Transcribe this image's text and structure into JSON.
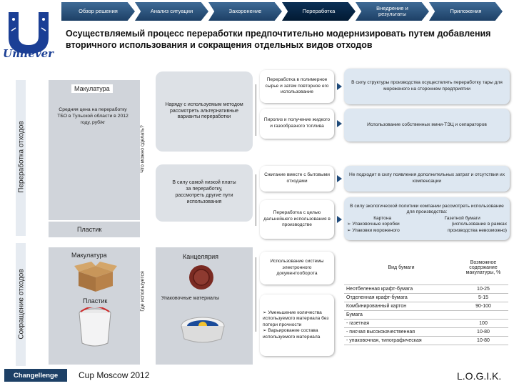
{
  "nav": {
    "tabs": [
      {
        "label": "Обзор решения",
        "active": false
      },
      {
        "label": "Анализ ситуации",
        "active": false
      },
      {
        "label": "Захоронение",
        "active": false
      },
      {
        "label": "Переработка",
        "active": true
      },
      {
        "label": "Внедрение и результаты",
        "active": false
      },
      {
        "label": "Приложения",
        "active": false
      }
    ]
  },
  "logo": {
    "word": "Unilever",
    "color": "#1b3f95"
  },
  "headline": "Осуществляемый процесс переработки предпочтительно модернизировать путем добавления вторичного использования и сокращения отдельных видов отходов",
  "side": {
    "recycling": "Переработка отходов",
    "reduction": "Сокращение отходов",
    "what_to_do": "Что можно сделать?",
    "where_used": "Где используется"
  },
  "recycling": {
    "paper_title": "Макулатура",
    "paper_price": "Средняя цена на переработку ТБО в Тульской области в 2012 году, руб/кг",
    "plastic_title": "Пластик",
    "bubble_top": "Наряду с используемым методом рассмотреть альтернативные варианты переработки",
    "bubble_bottom_a": "В силу самой низкой платы",
    "bubble_bottom_b": "за переработку,",
    "bubble_bottom_c": "рассмотреть другие пути",
    "bubble_bottom_d": "использования",
    "options": [
      "Переработка в полимерное сырье и затем повторное его использование",
      "Пиролиз и получение жидкого и газообразного топлива",
      "Сжигание вместе с бытовыми отходами",
      "Переработка с целью дальнейшего использования в производстве"
    ],
    "notes": [
      "В силу структуры производства осуществлять переработку тары для мороженого на стороннем предприятии",
      "Использование собственных мини-ТЭЦ и сепараторов",
      "Не подходит в силу появления дополнительных затрат и отсутствия их компенсации"
    ],
    "eco_note": {
      "intro": "В силу экологической политики компании рассмотреть использование для производства:",
      "col1_head": "Картона",
      "col2_head": "Газетной бумаги",
      "item1": "Упаковочные коробки",
      "item1b": "(использование в рамках",
      "item2": "Упаковки мороженого",
      "item2b": "производства невозможно)"
    }
  },
  "reduction": {
    "paper_label": "Макулатура",
    "stationery_label": "Канцелярия",
    "plastic_label": "Пластик",
    "packaging_label": "Упаковочные материалы",
    "edms": "Использование системы электронного документооборота",
    "bullets": [
      "Уменьшение количества используемого материала без потери прочности",
      "Варьирование состава используемого материала"
    ]
  },
  "paper_table": {
    "head_type": "Вид бумаги",
    "head_content": "Возможное содержание макулатуры, %",
    "rows": [
      {
        "name": "Неотбеленная крафт-бумага",
        "value": "10-25"
      },
      {
        "name": "Отделенная крафт-бумага",
        "value": "5-15"
      },
      {
        "name": "Комбинированный картон",
        "value": "90-100"
      },
      {
        "name": "Бумага",
        "value": ""
      },
      {
        "name": "- газетная",
        "value": "100"
      },
      {
        "name": "- писчая высококачественная",
        "value": "10-80"
      },
      {
        "name": "- упаковочная, типографическая",
        "value": "10-80"
      }
    ]
  },
  "footer": {
    "brand": "Changellenge",
    "cup": "Cup Moscow 2012",
    "team": "L.O.G.I.K."
  }
}
